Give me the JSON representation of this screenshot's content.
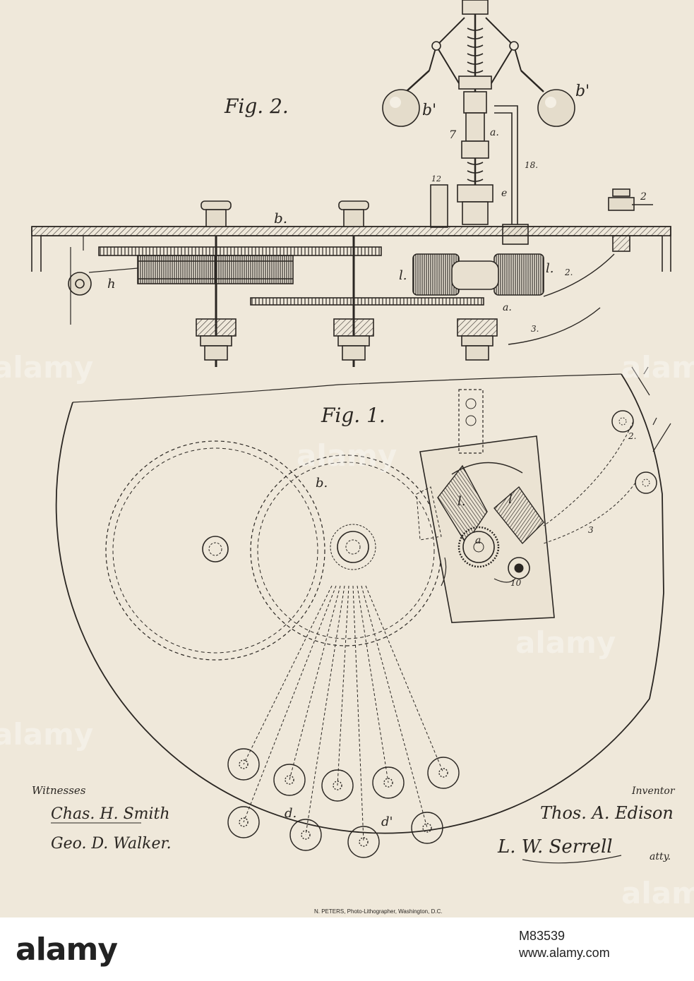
{
  "figures": {
    "fig2_title": "Fig. 2.",
    "fig1_title": "Fig. 1."
  },
  "labels": {
    "b_top": "b.",
    "b_prime_left": "b'",
    "b_prime_right": "b'",
    "seven": "7",
    "a_upper": "a.",
    "eighteen": "18.",
    "twelve": "12",
    "e": "e",
    "two_right": "2",
    "l_left": "l.",
    "l_right": "l.",
    "two_wire": "2.",
    "h": "h",
    "a_lower": "a.",
    "three": "3.",
    "b_fig1": "b.",
    "l_fig1": "l.",
    "l_fig1_right": "l",
    "a_fig1": "a",
    "ten": "10",
    "three_fig1": "3",
    "two_fig1": "2.",
    "d": "d.",
    "d_prime": "d'"
  },
  "signatures": {
    "witnesses_label": "Witnesses",
    "witness_1": "Chas. H. Smith",
    "witness_2": "Geo. D. Walker.",
    "inventor_label": "Inventor",
    "inventor": "Thos. A. Edison",
    "attorney": "L. W. Serrell",
    "attorney_suffix": "atty."
  },
  "printer": "N. PETERS, Photo-Lithographer, Washington, D.C.",
  "watermark": "alamy",
  "stock": {
    "logo": "alamy",
    "code": "M83539",
    "url": "www.alamy.com"
  }
}
